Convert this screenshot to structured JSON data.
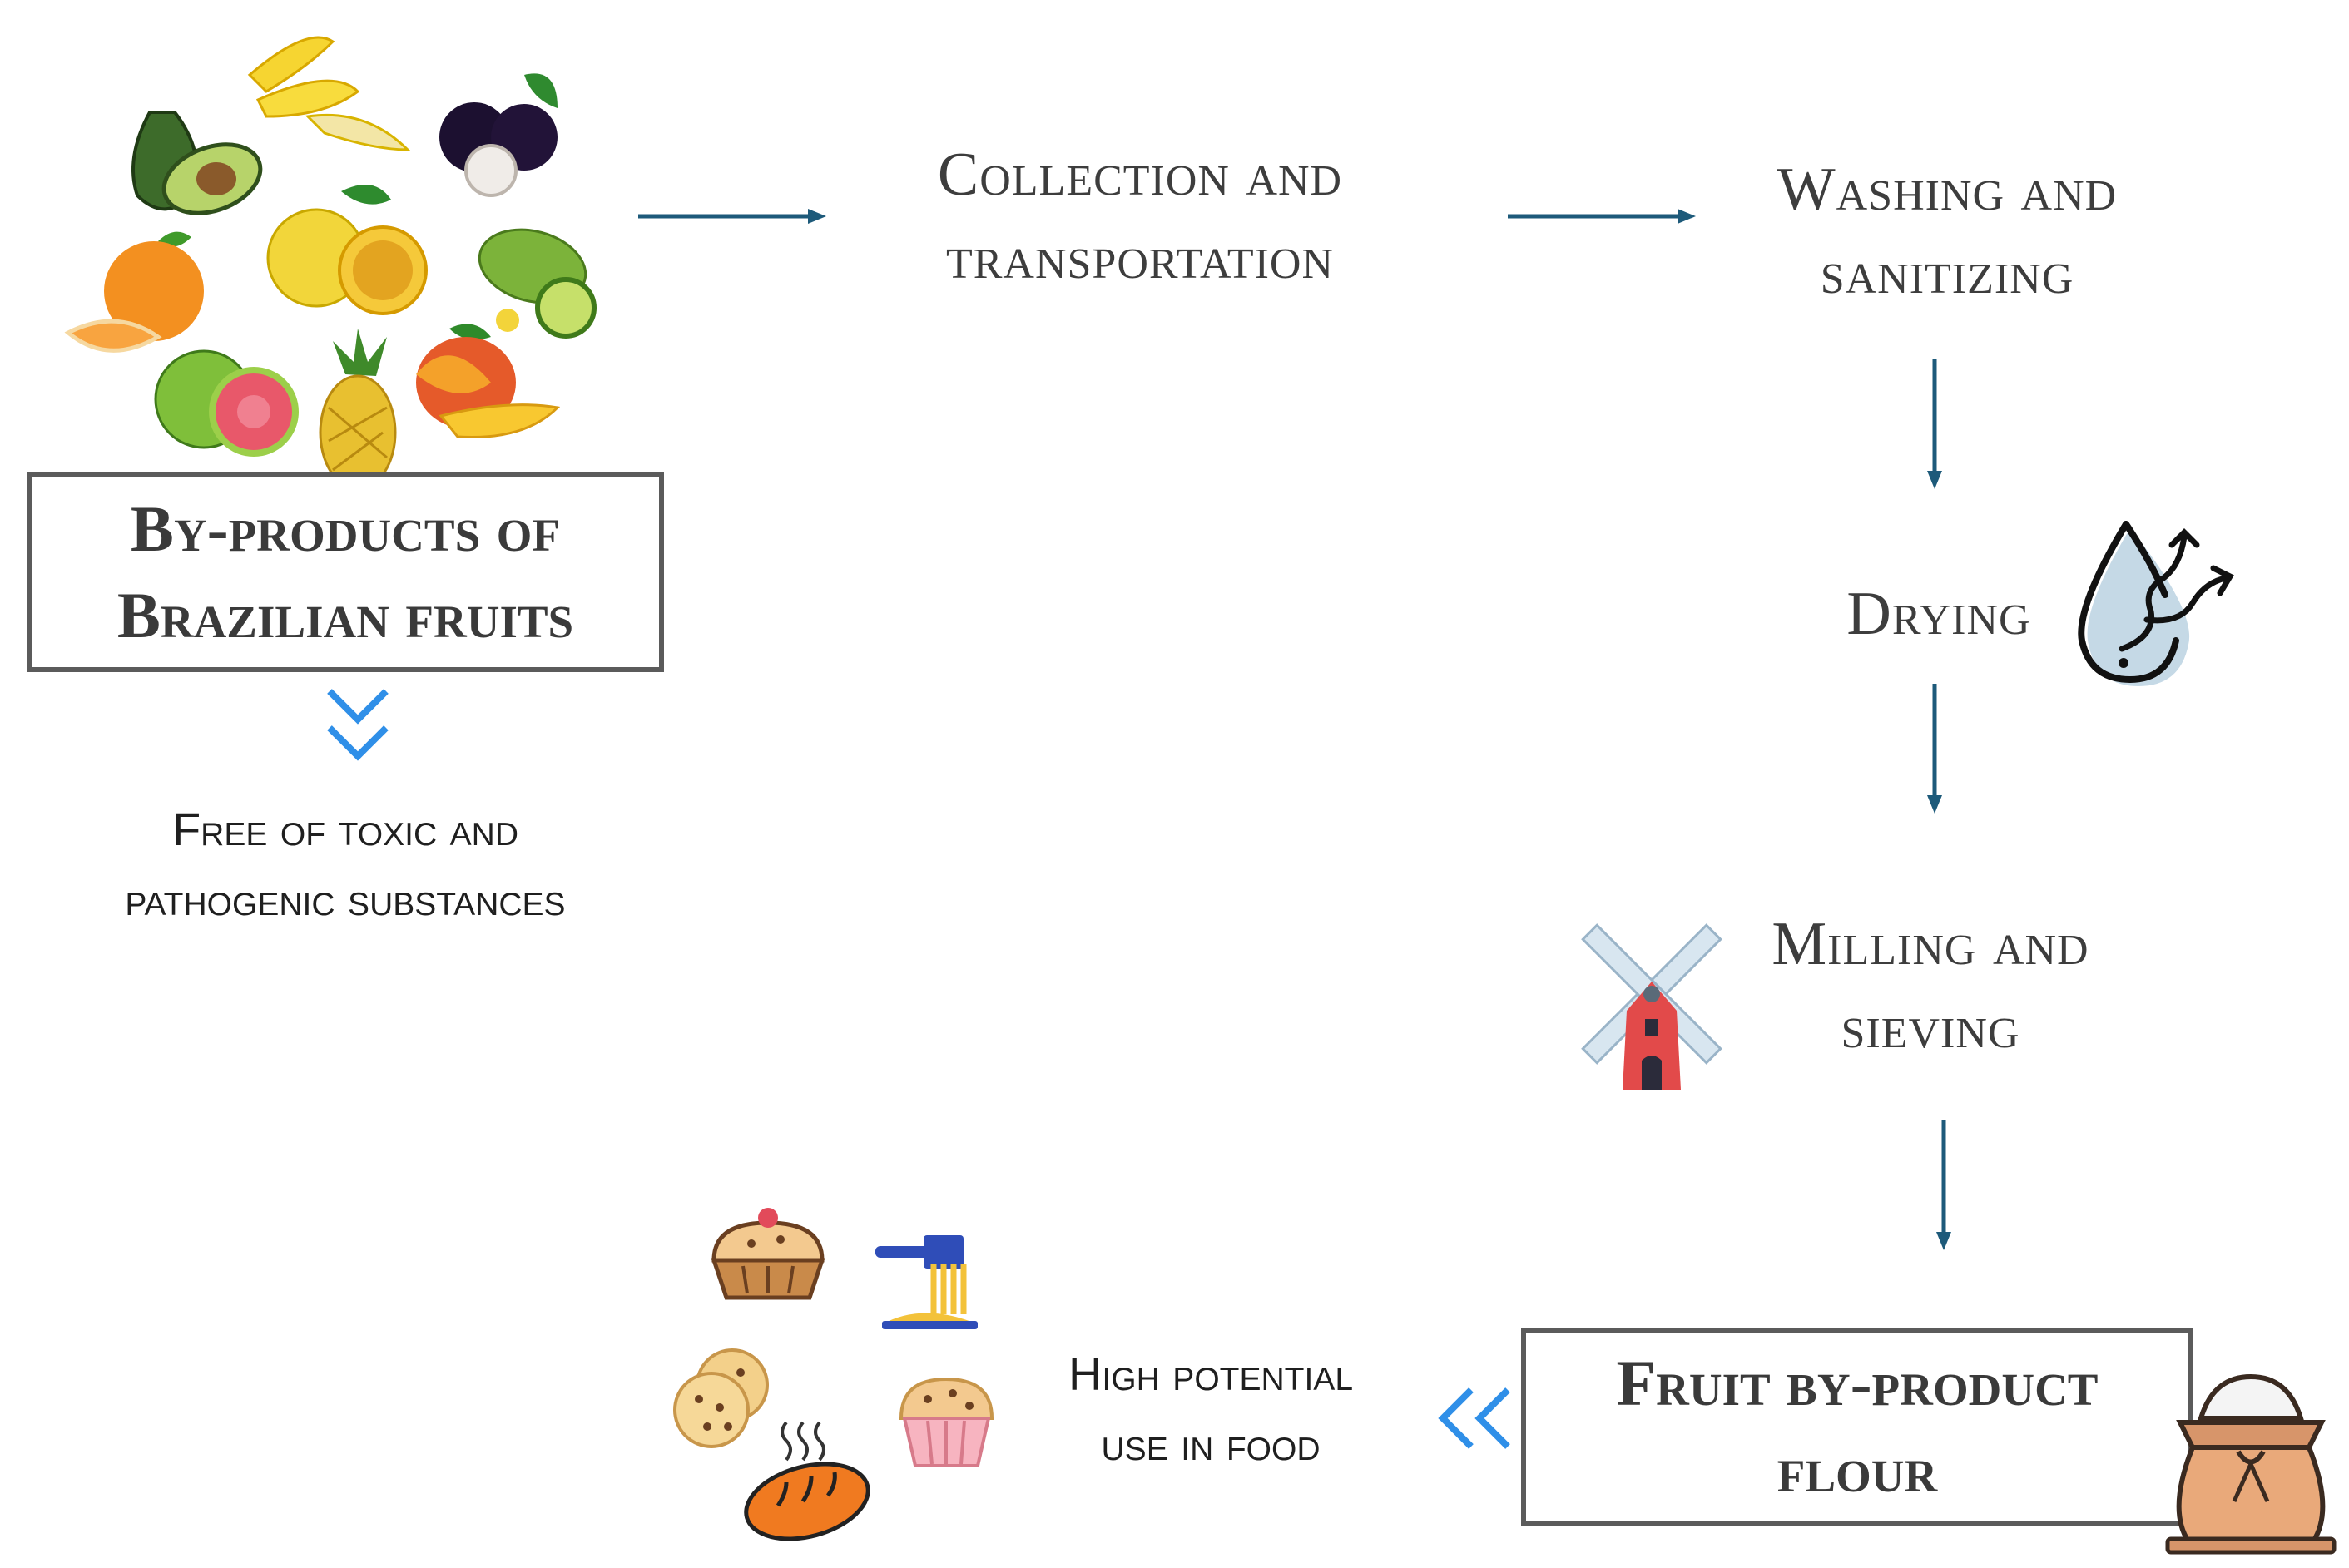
{
  "colors": {
    "arrow": "#1d5a7a",
    "chevron": "#2f8fe8",
    "box_border": "#5b5b5b",
    "text": "#3d3d3d"
  },
  "start": {
    "line1": "By-products of",
    "line2": "Brazilian fruits"
  },
  "free": {
    "line1": "Free of toxic and",
    "line2": "pathogenic substances"
  },
  "collection": {
    "line1": "Collection and",
    "line2": "transportation"
  },
  "washing": {
    "line1": "Washing and",
    "line2": "sanitizing"
  },
  "drying": {
    "label": "Drying"
  },
  "milling": {
    "line1": "Milling and",
    "line2": "sieving"
  },
  "flour": {
    "line1": "Fruit by-product",
    "line2": "flour"
  },
  "food": {
    "line1": "High potential",
    "line2": "use in food"
  },
  "icons": [
    "fruits-cluster-icon",
    "water-drop-evaporation-icon",
    "windmill-icon",
    "flour-sack-icon",
    "pie-icon",
    "pasta-fork-icon",
    "cookies-icon",
    "muffin-icon",
    "bread-icon"
  ]
}
